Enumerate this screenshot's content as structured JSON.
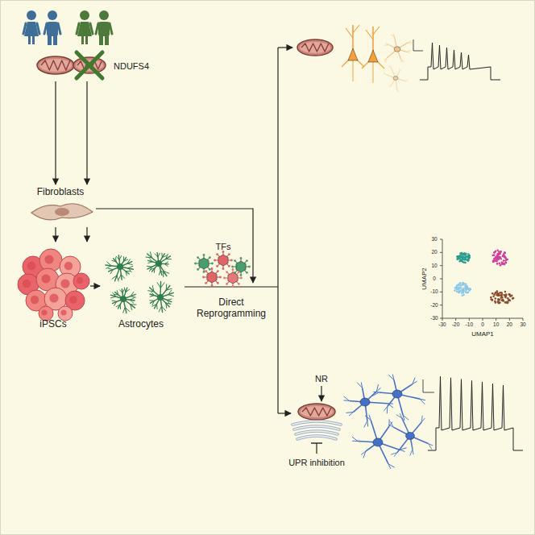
{
  "diagram": {
    "nodes": [
      {
        "text": [
          "Fibroblasts"
        ]
      },
      {
        "text": [
          "iPSCs"
        ]
      },
      {
        "text": [
          "Astrocytes"
        ]
      }
    ],
    "edges": [
      {
        "from": 0,
        "to": 1,
        "arrow": "to"
      },
      {
        "from": 0,
        "to": 1,
        "arrow": "to"
      },
      {
        "from": 1,
        "to": 2,
        "arrow": "to"
      }
    ],
    "labels": [
      "NDUFS4",
      "TFs",
      "Direct Reprogramming",
      "NR",
      "UPR inhibition",
      "30",
      "20",
      "10",
      "0",
      "-10",
      "-20",
      "-30",
      "UMAP2",
      "-30",
      "-20",
      "-10",
      "0",
      "10",
      "20",
      "30",
      "UMAP1"
    ]
  }
}
